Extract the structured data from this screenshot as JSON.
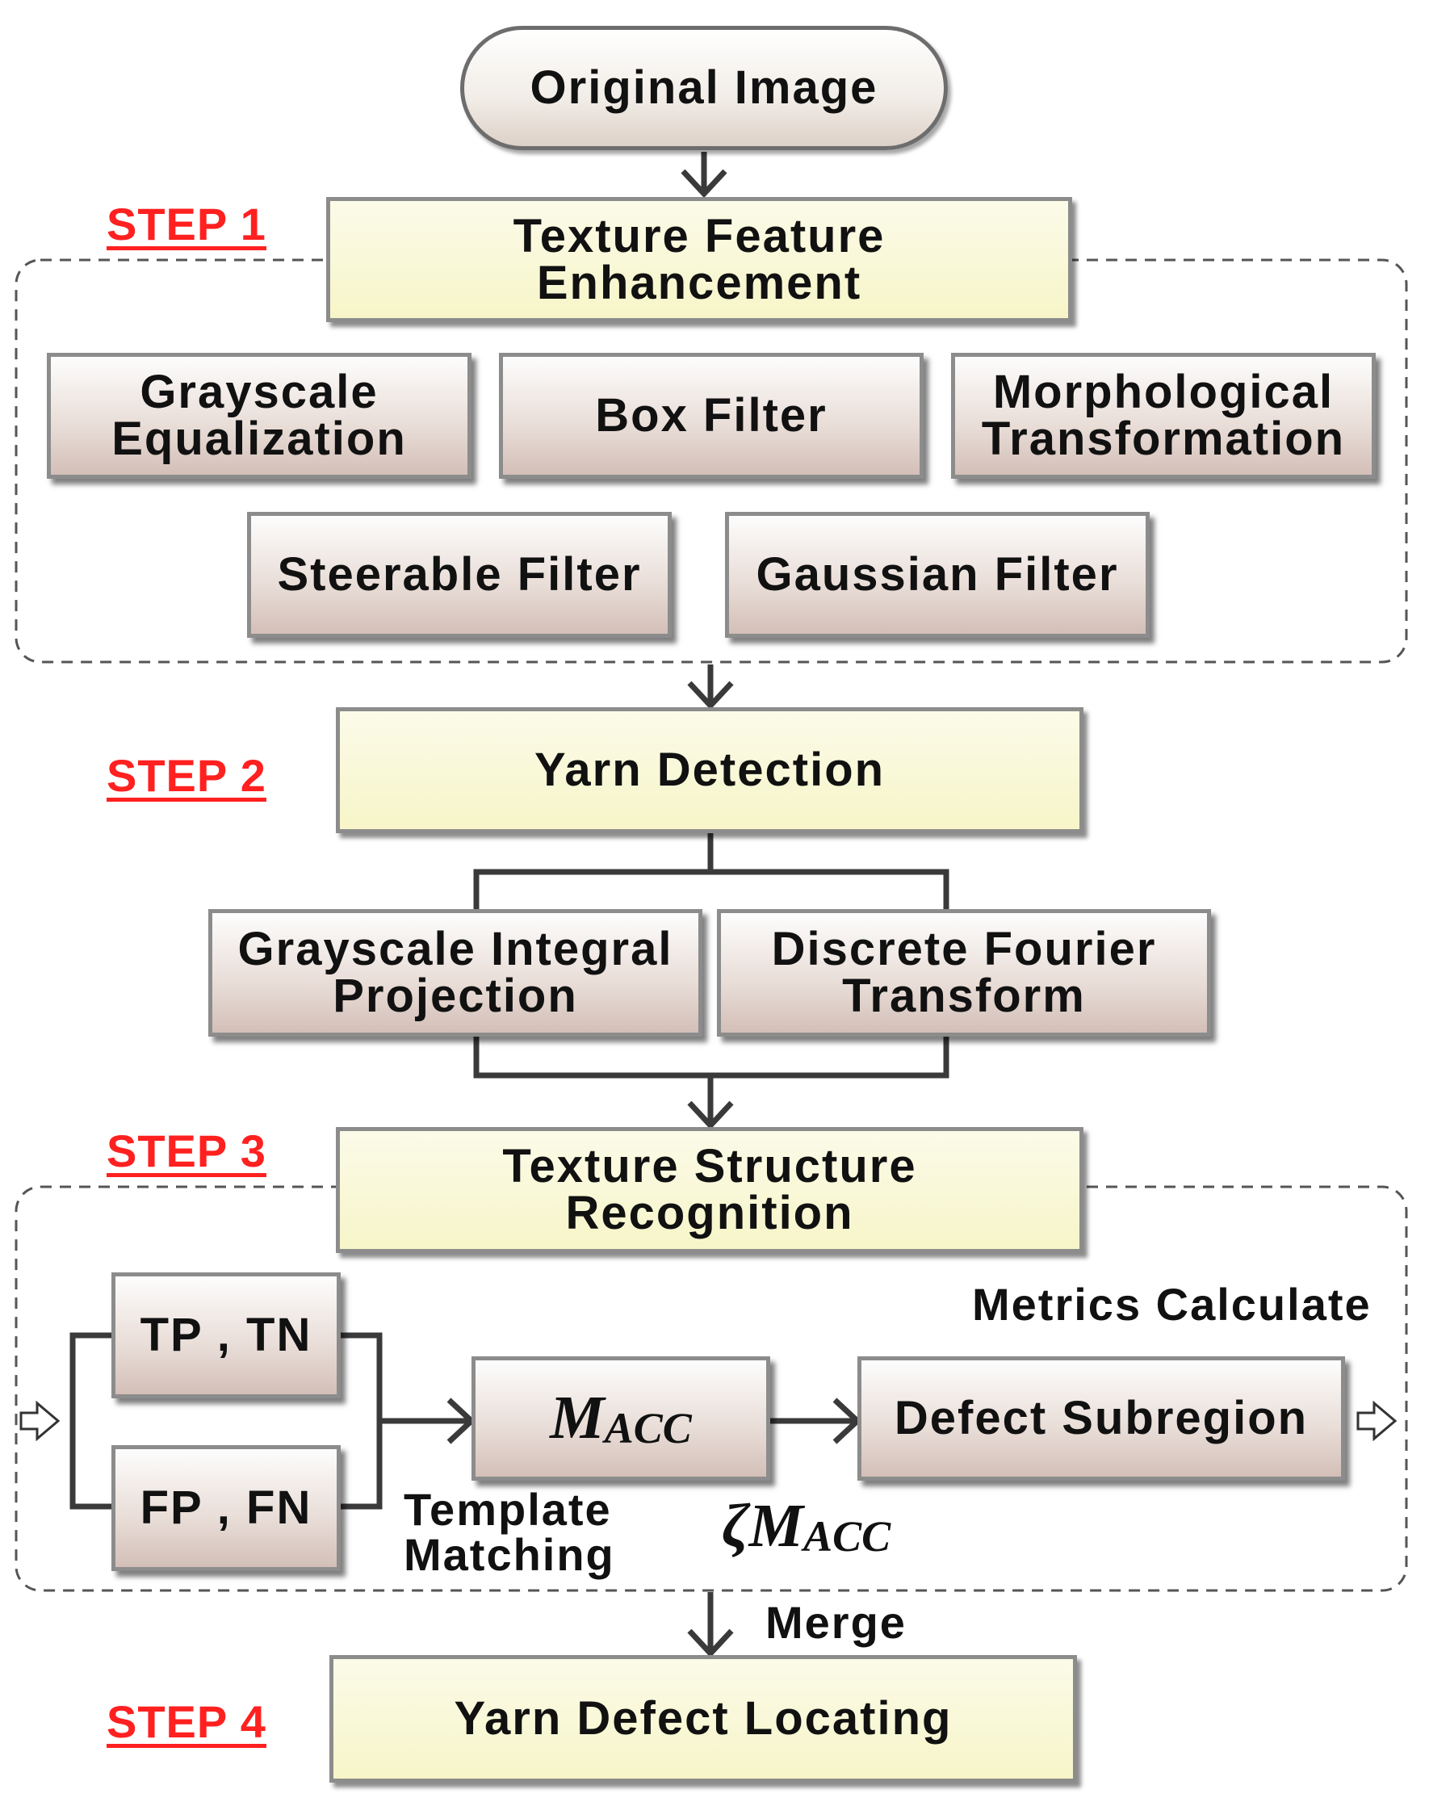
{
  "start": {
    "label": "Original Image"
  },
  "steps": [
    "STEP 1",
    "STEP 2",
    "STEP 3",
    "STEP 4"
  ],
  "step1": {
    "title": "Texture Feature\nEnhancement",
    "methods": [
      "Grayscale\nEqualization",
      "Box Filter",
      "Morphological\nTransformation",
      "Steerable Filter",
      "Gaussian Filter"
    ]
  },
  "step2": {
    "title": "Yarn Detection",
    "methods": [
      "Grayscale Integral\nProjection",
      "Discrete Fourier\nTransform"
    ]
  },
  "step3": {
    "title": "Texture Structure\nRecognition",
    "tp_tn": "TP , TN",
    "fp_fn": "FP , FN",
    "macc_main": "M",
    "macc_sub": "ACC",
    "zeta": "ζ",
    "defect_subregion": "Defect Subregion",
    "metrics_label": "Metrics Calculate",
    "template_label": "Template\nMatching"
  },
  "merge_label": "Merge",
  "step4": {
    "title": "Yarn Defect Locating"
  }
}
